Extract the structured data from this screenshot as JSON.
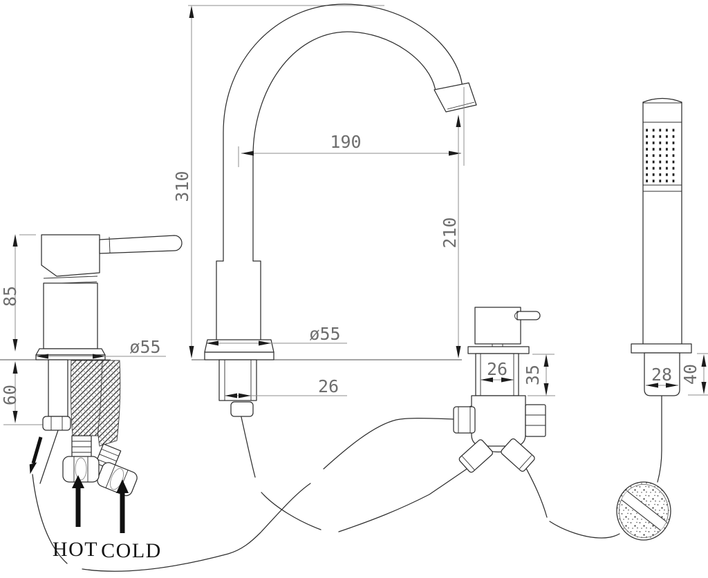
{
  "drawing": {
    "labels": {
      "hot": "HOT",
      "cold": "COLD"
    },
    "dimensions": {
      "spout_height": "310",
      "spout_reach": "190",
      "spout_outlet_height": "210",
      "spout_base_diameter": "ø55",
      "spout_shank_width": "26",
      "handle_height": "85",
      "handle_shank_length": "60",
      "handle_base_diameter": "ø55",
      "diverter_shank_width": "26",
      "diverter_shank_height": "35",
      "handshower_shank_width": "28",
      "handshower_shank_height": "40"
    }
  }
}
